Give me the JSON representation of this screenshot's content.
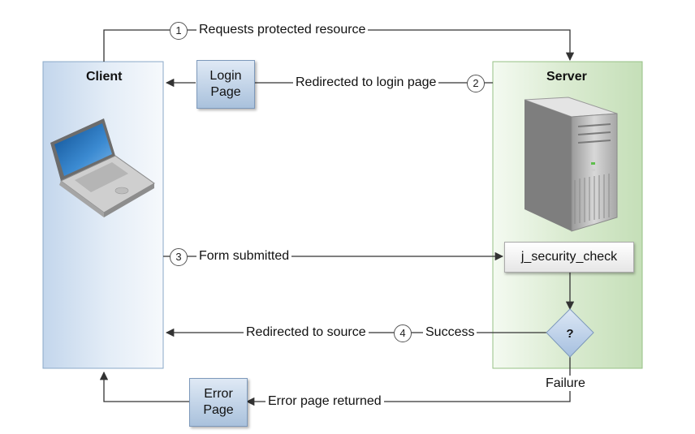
{
  "diagram": {
    "client_label": "Client",
    "server_label": "Server",
    "login_page": [
      "Login",
      "Page"
    ],
    "error_page": [
      "Error",
      "Page"
    ],
    "check_label": "j_security_check",
    "decision_label": "?",
    "steps": [
      {
        "num": "1",
        "label": "Requests protected resource"
      },
      {
        "num": "2",
        "label": "Redirected to login page"
      },
      {
        "num": "3",
        "label": "Form submitted"
      },
      {
        "num": "4",
        "label": "Success"
      }
    ],
    "redirect_source": "Redirected to source",
    "failure": "Failure",
    "error_returned": "Error page returned"
  },
  "colors": {
    "client_panel": "#c5d8ec",
    "server_panel": "#cde4c1",
    "page_box": "#b7cce4",
    "decision": "#b3cbe8",
    "line": "#333333"
  },
  "icons": {
    "client": "laptop-icon",
    "server": "server-tower-icon"
  }
}
